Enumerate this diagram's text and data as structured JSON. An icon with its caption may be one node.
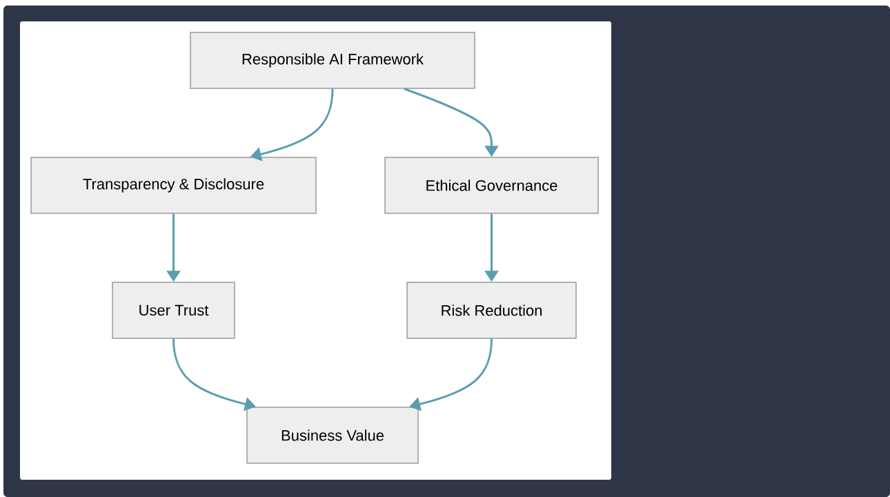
{
  "diagram": {
    "nodes": [
      {
        "text": [
          "Responsible AI Framework"
        ]
      },
      {
        "text": [
          "Transparency & Disclosure"
        ]
      },
      {
        "text": [
          "Ethical Governance"
        ]
      },
      {
        "text": [
          "User Trust"
        ]
      },
      {
        "text": [
          "Risk Reduction"
        ]
      },
      {
        "text": [
          "Business Value"
        ]
      }
    ],
    "edges": [
      {
        "from": 0,
        "to": 1,
        "arrow": "to"
      },
      {
        "from": 0,
        "to": 2,
        "arrow": "to"
      },
      {
        "from": 1,
        "to": 3,
        "arrow": "to"
      },
      {
        "from": 2,
        "to": 4,
        "arrow": "to"
      },
      {
        "from": 3,
        "to": 5,
        "arrow": "to"
      },
      {
        "from": 4,
        "to": 5,
        "arrow": "to"
      }
    ]
  }
}
